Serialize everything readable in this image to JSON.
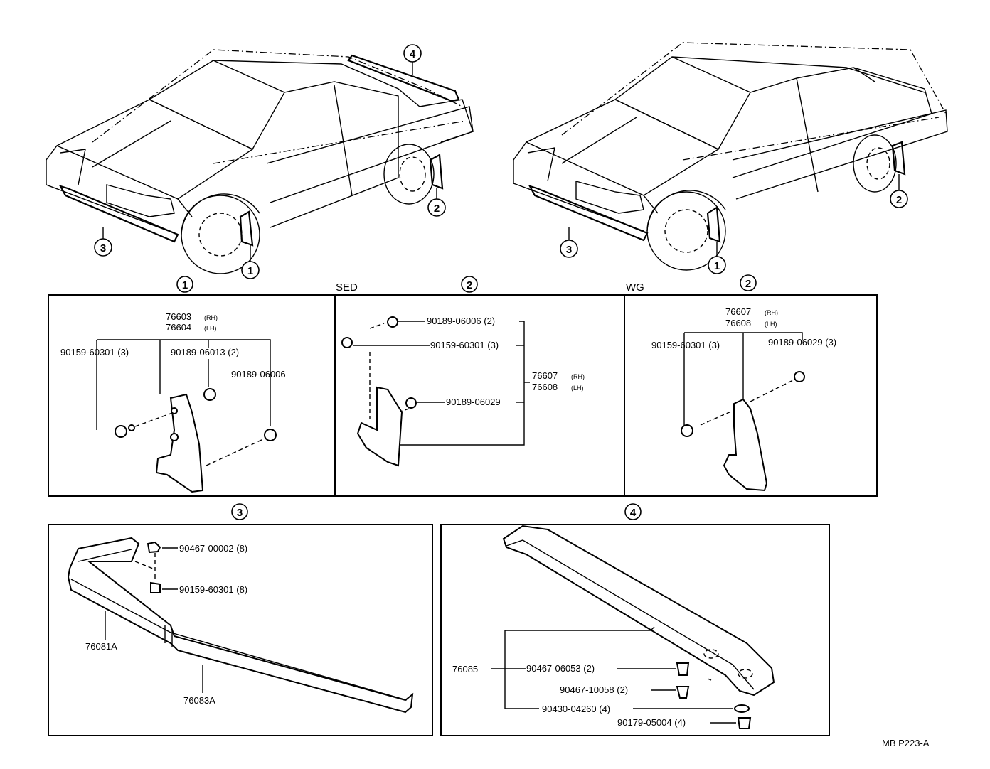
{
  "callouts": {
    "c1": "1",
    "c2": "2",
    "c3": "3",
    "c4": "4"
  },
  "sections": {
    "sed": "SED",
    "wg": "WG"
  },
  "box1": {
    "part_a": "76603",
    "part_a_side": "(RH)",
    "part_b": "76604",
    "part_b_side": "(LH)",
    "screw": "90159-60301 (3)",
    "clip": "90189-06013 (2)",
    "nut": "90189-06006"
  },
  "box2": {
    "nut": "90189-06006 (2)",
    "screw": "90159-60301 (3)",
    "part_a": "76607",
    "part_a_side": "(RH)",
    "part_b": "76608",
    "part_b_side": "(LH)",
    "clip": "90189-06029"
  },
  "box3": {
    "part_a": "76607",
    "part_a_side": "(RH)",
    "part_b": "76608",
    "part_b_side": "(LH)",
    "screw": "90159-60301 (3)",
    "clip": "90189-06029 (3)"
  },
  "box4": {
    "nut": "90467-00002 (8)",
    "screw": "90159-60301 (8)",
    "front": "76081A",
    "rear": "76083A"
  },
  "box5": {
    "spoiler": "76085",
    "clip_a": "90467-06053 (2)",
    "clip_b": "90467-10058 (2)",
    "washer": "90430-04260 (4)",
    "nut": "90179-05004 (4)"
  },
  "footer": {
    "code": "MB P223-A"
  }
}
